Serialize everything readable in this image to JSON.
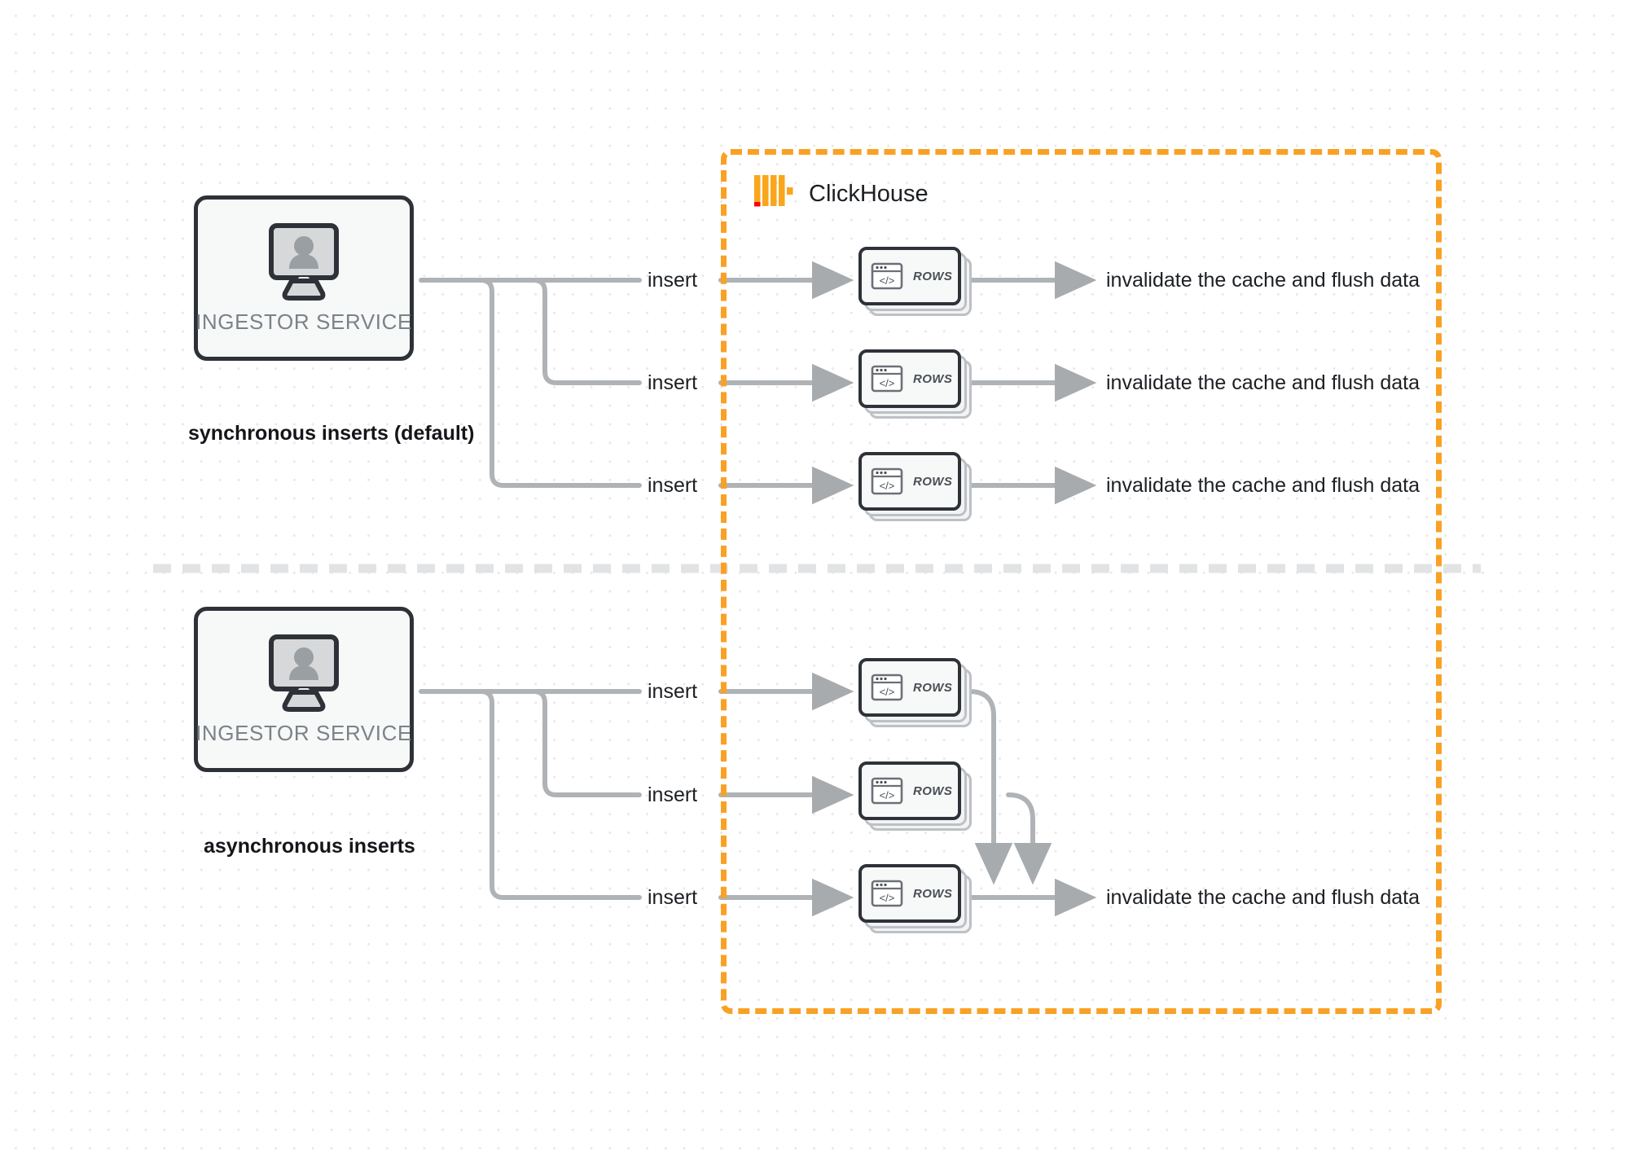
{
  "diagram": {
    "title": "ClickHouse synchronous vs asynchronous inserts",
    "background": "#ffffff",
    "dot_grid_color": "#e9e7e7"
  },
  "clickhouse_container": {
    "brand_name": "ClickHouse",
    "border_color": "#f9a125",
    "logo_bar_color": "#faa61a",
    "logo_accent_color": "#ff0000",
    "logo_icon": "clickhouse-logo-icon"
  },
  "sections": [
    {
      "id": "synchronous",
      "caption": "synchronous inserts (default)",
      "ingestor": {
        "label": "INGESTOR SERVICE",
        "icon": "monitor-user-icon"
      },
      "flows": [
        {
          "insert_label": "insert",
          "card_label": "ROWS",
          "card_icon": "code-window-icon",
          "result_label": "invalidate the cache and flush data"
        },
        {
          "insert_label": "insert",
          "card_label": "ROWS",
          "card_icon": "code-window-icon",
          "result_label": "invalidate the cache and flush data"
        },
        {
          "insert_label": "insert",
          "card_label": "ROWS",
          "card_icon": "code-window-icon",
          "result_label": "invalidate the cache and flush data"
        }
      ]
    },
    {
      "id": "asynchronous",
      "caption": "asynchronous inserts",
      "ingestor": {
        "label": "INGESTOR SERVICE",
        "icon": "monitor-user-icon"
      },
      "flows": [
        {
          "insert_label": "insert",
          "card_label": "ROWS",
          "card_icon": "code-window-icon"
        },
        {
          "insert_label": "insert",
          "card_label": "ROWS",
          "card_icon": "code-window-icon"
        },
        {
          "insert_label": "insert",
          "card_label": "ROWS",
          "card_icon": "code-window-icon"
        }
      ],
      "merged_result_label": "invalidate the cache and flush data"
    }
  ],
  "colors": {
    "edge": "#b0b3b6",
    "box_border": "#2e3238",
    "box_fill": "#f7f8f8",
    "text": "#1c1f23",
    "muted_text": "#7b8288",
    "divider": "#e2e3e4"
  }
}
